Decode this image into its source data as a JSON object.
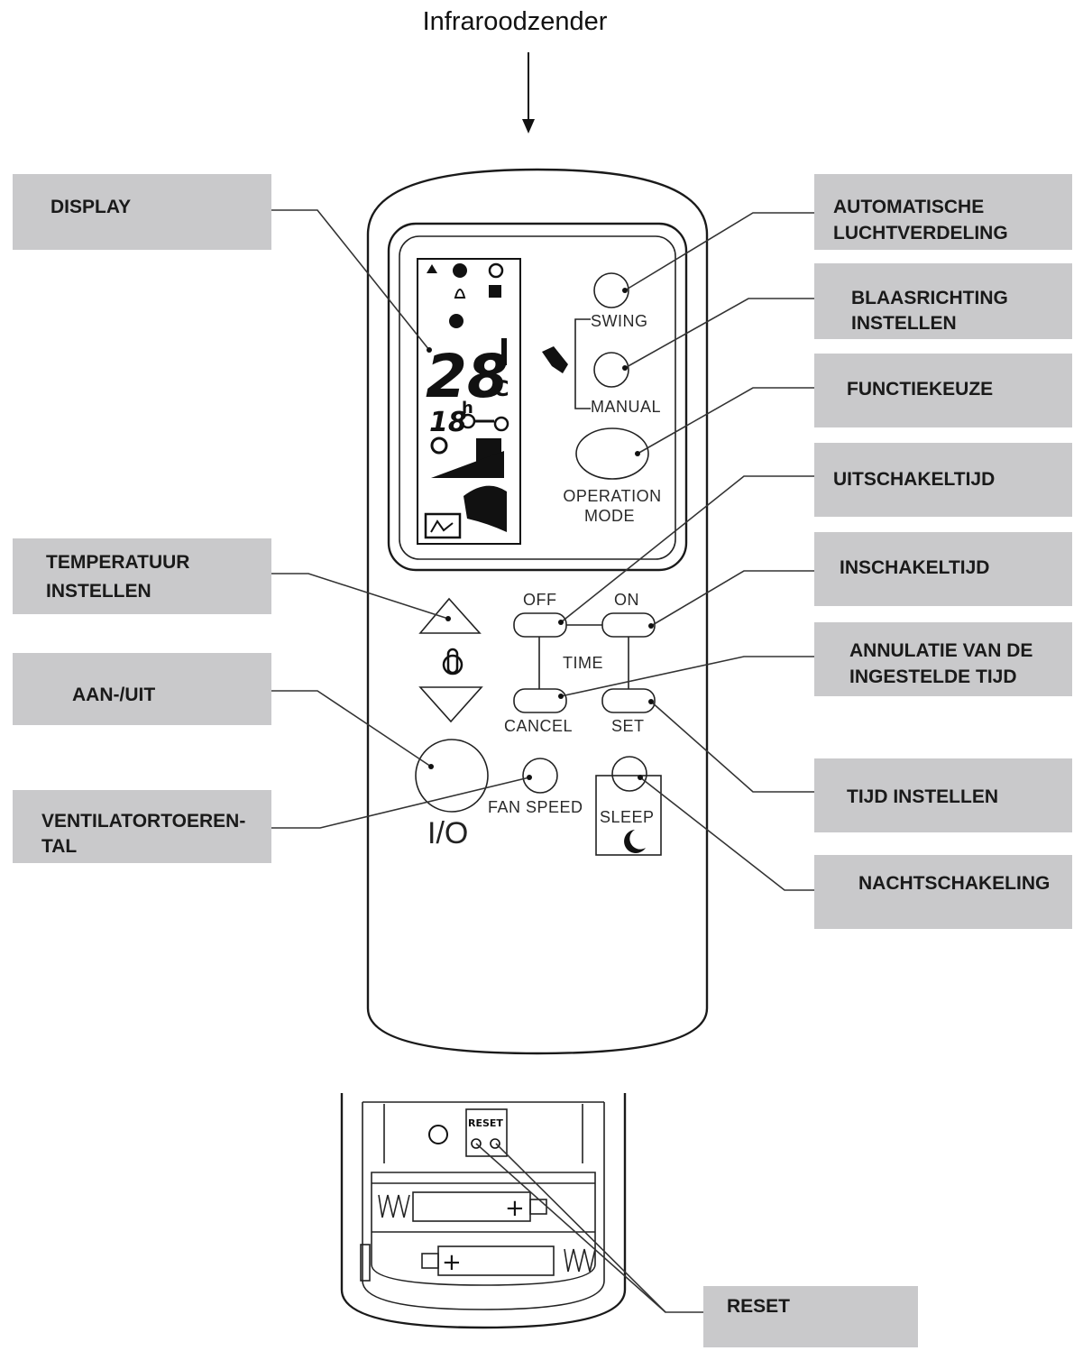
{
  "title": "Infraroodzender",
  "callouts": {
    "display": [
      "DISPLAY"
    ],
    "auto_air": [
      "AUTOMATISCHE",
      "LUCHTVERDELING"
    ],
    "blow_dir": [
      "BLAASRICHTING",
      "INSTELLEN"
    ],
    "function": [
      "FUNCTIEKEUZE"
    ],
    "off_time": [
      "UITSCHAKELTIJD"
    ],
    "on_time": [
      "INSCHAKELTIJD"
    ],
    "cancel_time": [
      "ANNULATIE VAN DE",
      "INGESTELDE TIJD"
    ],
    "temperature": [
      "TEMPERATUUR",
      "INSTELLEN"
    ],
    "on_off": [
      "AAN-/UIT"
    ],
    "fan_speed": [
      "VENTILATORTOEREN-",
      "TAL"
    ],
    "set_time": [
      "TIJD INSTELLEN"
    ],
    "night": [
      "NACHTSCHAKELING"
    ],
    "reset": [
      "RESET"
    ]
  },
  "remote": {
    "swing": "SWING",
    "manual": "MANUAL",
    "operation_mode": [
      "OPERATION",
      "MODE"
    ],
    "off": "OFF",
    "on": "ON",
    "time": "TIME",
    "cancel": "CANCEL",
    "set": "SET",
    "power": "I/O",
    "fan_speed": "FAN SPEED",
    "sleep": "SLEEP",
    "reset": "RESET",
    "plus": "+"
  },
  "lcd": {
    "temp": "28",
    "unit": "C",
    "timer": "18",
    "hour": "h"
  }
}
